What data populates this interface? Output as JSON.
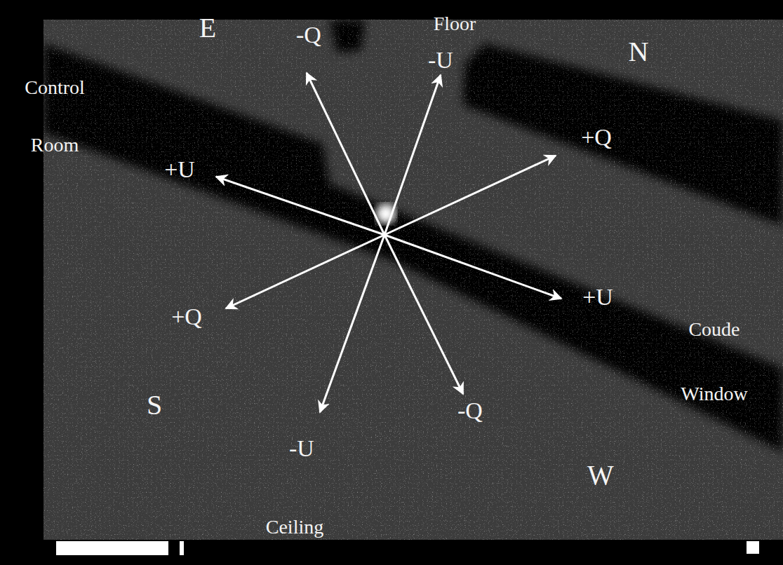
{
  "diagram": {
    "labels": [
      "E",
      "-Q",
      "Floor",
      "-U",
      "N",
      "Control Room",
      "+Q",
      "+U",
      "+U",
      "+Q",
      "Coude Window",
      "S",
      "-Q",
      "-U",
      "W",
      "Ceiling"
    ]
  }
}
